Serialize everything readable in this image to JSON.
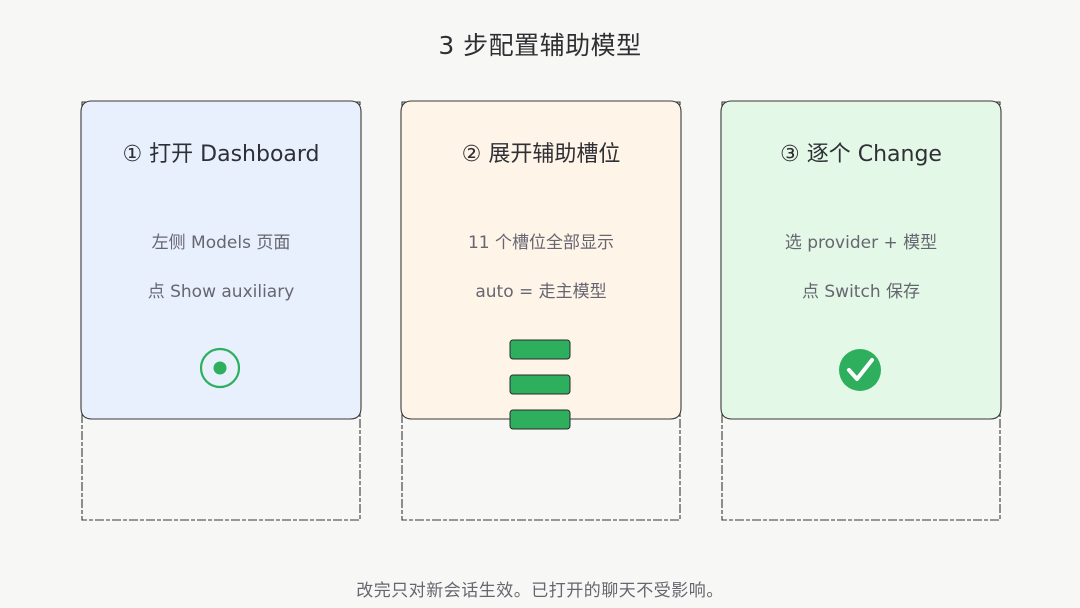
{
  "title": "3 步配置辅助模型",
  "colors": {
    "card1_fill": "#e8f0fe",
    "card2_fill": "#fff4e8",
    "card3_fill": "#e4f8e8",
    "accent_green": "#2eaf5d",
    "stroke": "#3a3a3a"
  },
  "cards": [
    {
      "title": "① 打开 Dashboard",
      "line1": "左侧 Models 页面",
      "line2": "点 Show auxiliary",
      "icon": "radio-button-icon"
    },
    {
      "title": "② 展开辅助槽位",
      "line1": "11 个槽位全部显示",
      "line2": "auto = 走主模型",
      "icon": "stacked-slots-icon"
    },
    {
      "title": "③ 逐个 Change",
      "line1": "选 provider + 模型",
      "line2": "点 Switch 保存",
      "icon": "check-circle-icon"
    }
  ],
  "footer": "改完只对新会话生效。已打开的聊天不受影响。"
}
